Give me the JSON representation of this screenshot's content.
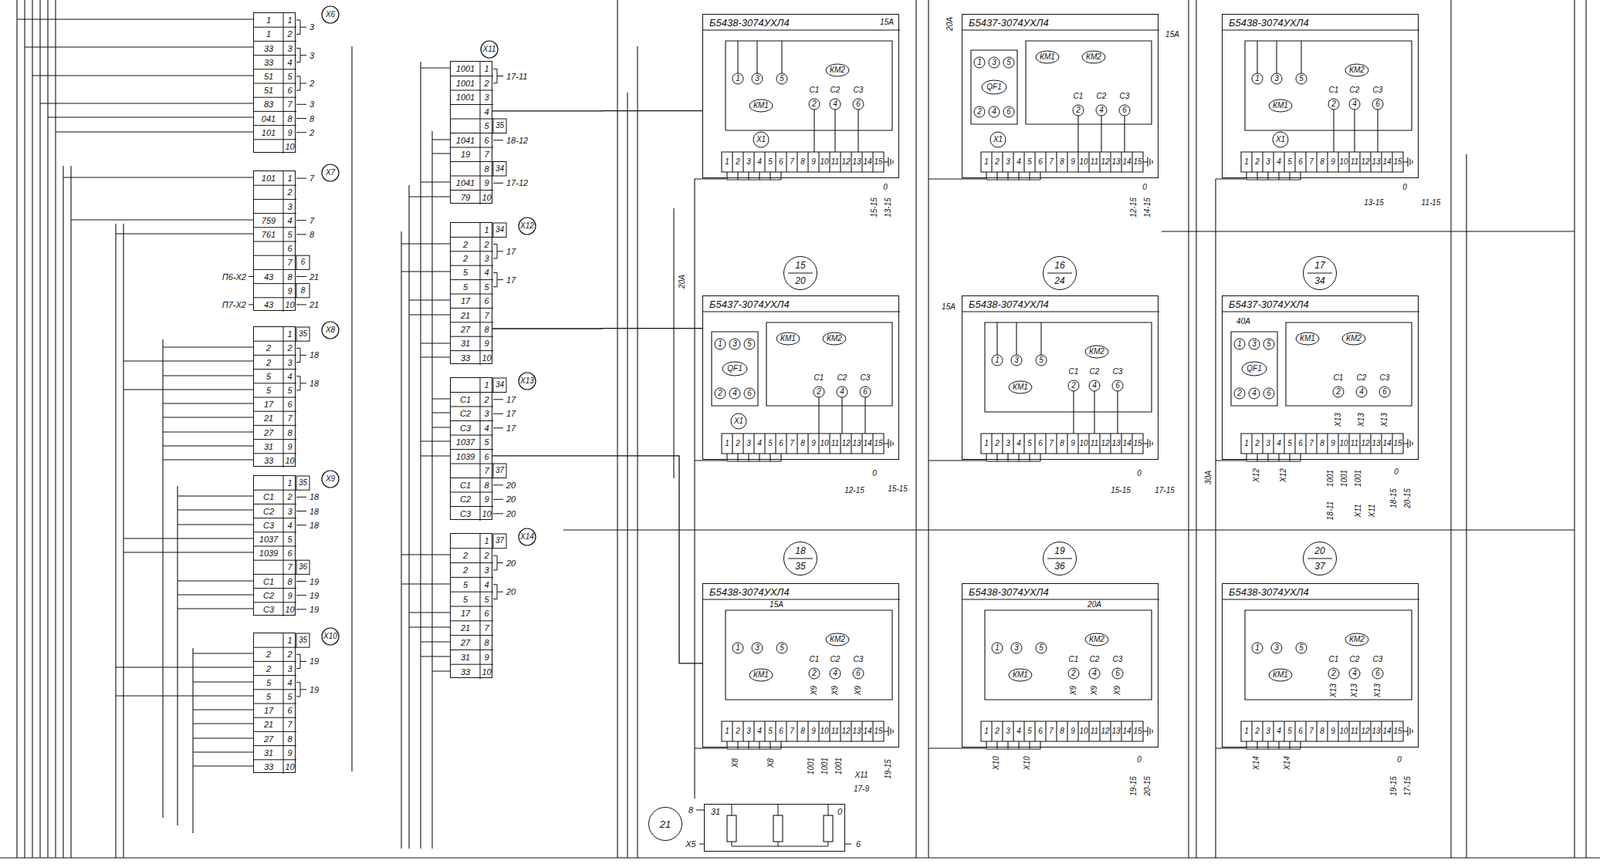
{
  "diagram": {
    "nodes": [
      {
        "text": [
          "X6",
          "1",
          "1",
          "1",
          "2",
          "33",
          "3",
          "33",
          "4",
          "51",
          "5",
          "51",
          "6",
          "83",
          "7",
          "041",
          "8",
          "101",
          "9",
          "10",
          "3",
          "3",
          "2",
          "3",
          "8",
          "2"
        ]
      },
      {
        "text": [
          "X7",
          "101",
          "1",
          "2",
          "3",
          "759",
          "4",
          "761",
          "5",
          "6",
          "7",
          "6",
          "43",
          "8",
          "9",
          "8",
          "43",
          "10",
          "7",
          "7",
          "8",
          "21",
          "21",
          "П6-X2",
          "П7-X2"
        ]
      },
      {
        "text": [
          "X8",
          "1",
          "35",
          "2",
          "2",
          "2",
          "3",
          "5",
          "4",
          "5",
          "5",
          "17",
          "6",
          "21",
          "7",
          "27",
          "8",
          "31",
          "9",
          "33",
          "10",
          "18",
          "18"
        ]
      },
      {
        "text": [
          "X9",
          "1",
          "35",
          "C1",
          "2",
          "C2",
          "3",
          "C3",
          "4",
          "1037",
          "5",
          "1039",
          "6",
          "7",
          "36",
          "C1",
          "8",
          "C2",
          "9",
          "C3",
          "10",
          "18",
          "18",
          "18",
          "19",
          "19",
          "19"
        ]
      },
      {
        "text": [
          "X10",
          "1",
          "35",
          "2",
          "2",
          "2",
          "3",
          "5",
          "4",
          "5",
          "5",
          "17",
          "6",
          "21",
          "7",
          "27",
          "8",
          "31",
          "9",
          "33",
          "10",
          "19",
          "19"
        ]
      },
      {
        "text": [
          "X11",
          "1001",
          "1",
          "1001",
          "2",
          "1001",
          "3",
          "4",
          "5",
          "35",
          "1041",
          "6",
          "19",
          "7",
          "8",
          "34",
          "1041",
          "9",
          "79",
          "10",
          "17-11",
          "18-12",
          "17-12"
        ]
      },
      {
        "text": [
          "X12",
          "1",
          "34",
          "2",
          "2",
          "2",
          "3",
          "5",
          "4",
          "5",
          "5",
          "17",
          "6",
          "21",
          "7",
          "27",
          "8",
          "31",
          "9",
          "33",
          "10",
          "17",
          "17"
        ]
      },
      {
        "text": [
          "X13",
          "1",
          "34",
          "C1",
          "2",
          "C2",
          "3",
          "C3",
          "4",
          "1037",
          "5",
          "1039",
          "6",
          "7",
          "37",
          "C1",
          "8",
          "C2",
          "9",
          "C3",
          "10",
          "17",
          "17",
          "17",
          "20",
          "20",
          "20"
        ]
      },
      {
        "text": [
          "X14",
          "1",
          "37",
          "2",
          "2",
          "2",
          "3",
          "5",
          "4",
          "5",
          "5",
          "17",
          "6",
          "21",
          "7",
          "27",
          "8",
          "31",
          "9",
          "33",
          "10",
          "20",
          "20"
        ]
      },
      {
        "text": [
          "Б5438-3074УХЛ4",
          "1",
          "3",
          "5",
          "КМ1",
          "КМ2",
          "C1",
          "C2",
          "C3",
          "2",
          "4",
          "6",
          "X1",
          "1",
          "2",
          "3",
          "4",
          "5",
          "6",
          "7",
          "8",
          "9",
          "10",
          "11",
          "12",
          "13",
          "14",
          "15",
          "15А",
          "0",
          "15-15",
          "13-15"
        ]
      },
      {
        "text": [
          "Б5437-3074УХЛ4",
          "1",
          "3",
          "5",
          "QF1",
          "2",
          "4",
          "6",
          "КМ1",
          "КМ2",
          "C1",
          "C2",
          "C3",
          "2",
          "4",
          "6",
          "X1",
          "1",
          "2",
          "3",
          "4",
          "5",
          "6",
          "7",
          "8",
          "9",
          "10",
          "11",
          "12",
          "13",
          "14",
          "15",
          "20А",
          "15А",
          "0",
          "12-15",
          "14-15"
        ]
      },
      {
        "text": [
          "Б5438-3074УХЛ4",
          "1",
          "3",
          "5",
          "КМ1",
          "КМ2",
          "C1",
          "C2",
          "C3",
          "2",
          "4",
          "6",
          "X1",
          "1",
          "2",
          "3",
          "4",
          "5",
          "6",
          "7",
          "8",
          "9",
          "10",
          "11",
          "12",
          "13",
          "14",
          "15",
          "0",
          "13-15",
          "11-15"
        ]
      },
      {
        "text": [
          "15",
          "20"
        ]
      },
      {
        "text": [
          "Б5437-3074УХЛ4",
          "1",
          "3",
          "5",
          "QF1",
          "2",
          "4",
          "6",
          "КМ1",
          "КМ2",
          "C1",
          "C2",
          "C3",
          "2",
          "4",
          "6",
          "X1",
          "1",
          "2",
          "3",
          "4",
          "5",
          "6",
          "7",
          "8",
          "9",
          "10",
          "11",
          "12",
          "13",
          "14",
          "15",
          "20А",
          "0",
          "12-15",
          "15-15"
        ]
      },
      {
        "text": [
          "16",
          "24"
        ]
      },
      {
        "text": [
          "Б5438-3074УХЛ4",
          "1",
          "3",
          "5",
          "КМ1",
          "КМ2",
          "C1",
          "C2",
          "C3",
          "2",
          "4",
          "6",
          "1",
          "2",
          "3",
          "4",
          "5",
          "6",
          "7",
          "8",
          "9",
          "10",
          "11",
          "12",
          "13",
          "14",
          "15",
          "15А",
          "0",
          "15-15",
          "17-15"
        ]
      },
      {
        "text": [
          "17",
          "34"
        ]
      },
      {
        "text": [
          "Б5437-3074УХЛ4",
          "1",
          "3",
          "5",
          "QF1",
          "2",
          "4",
          "6",
          "КМ1",
          "КМ2",
          "C1",
          "C2",
          "C3",
          "2",
          "4",
          "6",
          "1",
          "2",
          "3",
          "4",
          "5",
          "6",
          "7",
          "8",
          "9",
          "10",
          "11",
          "12",
          "13",
          "14",
          "15",
          "40А",
          "30А",
          "X13",
          "X13",
          "X13",
          "X12",
          "X12",
          "1001",
          "1001",
          "1001",
          "18-11",
          "X11",
          "X11",
          "0",
          "18-15",
          "20-15"
        ]
      },
      {
        "text": [
          "18",
          "35"
        ]
      },
      {
        "text": [
          "Б5438-3074УХЛ4",
          "1",
          "3",
          "5",
          "КМ1",
          "КМ2",
          "C1",
          "C2",
          "C3",
          "2",
          "4",
          "6",
          "1",
          "2",
          "3",
          "4",
          "5",
          "6",
          "7",
          "8",
          "9",
          "10",
          "11",
          "12",
          "13",
          "14",
          "15",
          "15А",
          "X9",
          "X9",
          "X9",
          "X8",
          "X8",
          "1001",
          "1001",
          "1001",
          "X11",
          "17-9",
          "19-15"
        ]
      },
      {
        "text": [
          "19",
          "36"
        ]
      },
      {
        "text": [
          "Б5438-3074УХЛ4",
          "1",
          "3",
          "5",
          "КМ1",
          "КМ2",
          "C1",
          "C2",
          "C3",
          "2",
          "4",
          "6",
          "1",
          "2",
          "3",
          "4",
          "5",
          "6",
          "7",
          "8",
          "9",
          "10",
          "11",
          "12",
          "13",
          "14",
          "15",
          "20А",
          "X9",
          "X9",
          "X9",
          "X10",
          "X10",
          "0",
          "19-15",
          "20-15"
        ]
      },
      {
        "text": [
          "20",
          "37"
        ]
      },
      {
        "text": [
          "Б5438-3074УХЛ4",
          "1",
          "3",
          "5",
          "КМ1",
          "КМ2",
          "C1",
          "C2",
          "C3",
          "2",
          "4",
          "6",
          "1",
          "2",
          "3",
          "4",
          "5",
          "6",
          "7",
          "8",
          "9",
          "10",
          "11",
          "12",
          "13",
          "14",
          "15",
          "X13",
          "X13",
          "X13",
          "X14",
          "X14",
          "0",
          "19-15",
          "17-15"
        ]
      },
      {
        "text": [
          "21"
        ]
      },
      {
        "text": [
          "31",
          "0"
        ]
      }
    ],
    "edges": [
      {
        "from": 5,
        "to": 9,
        "arrow": "none"
      },
      {
        "from": 6,
        "to": 13,
        "arrow": "none"
      },
      {
        "from": 7,
        "to": 19,
        "arrow": "none"
      }
    ],
    "labels": [
      "8",
      "X5",
      "6"
    ]
  }
}
